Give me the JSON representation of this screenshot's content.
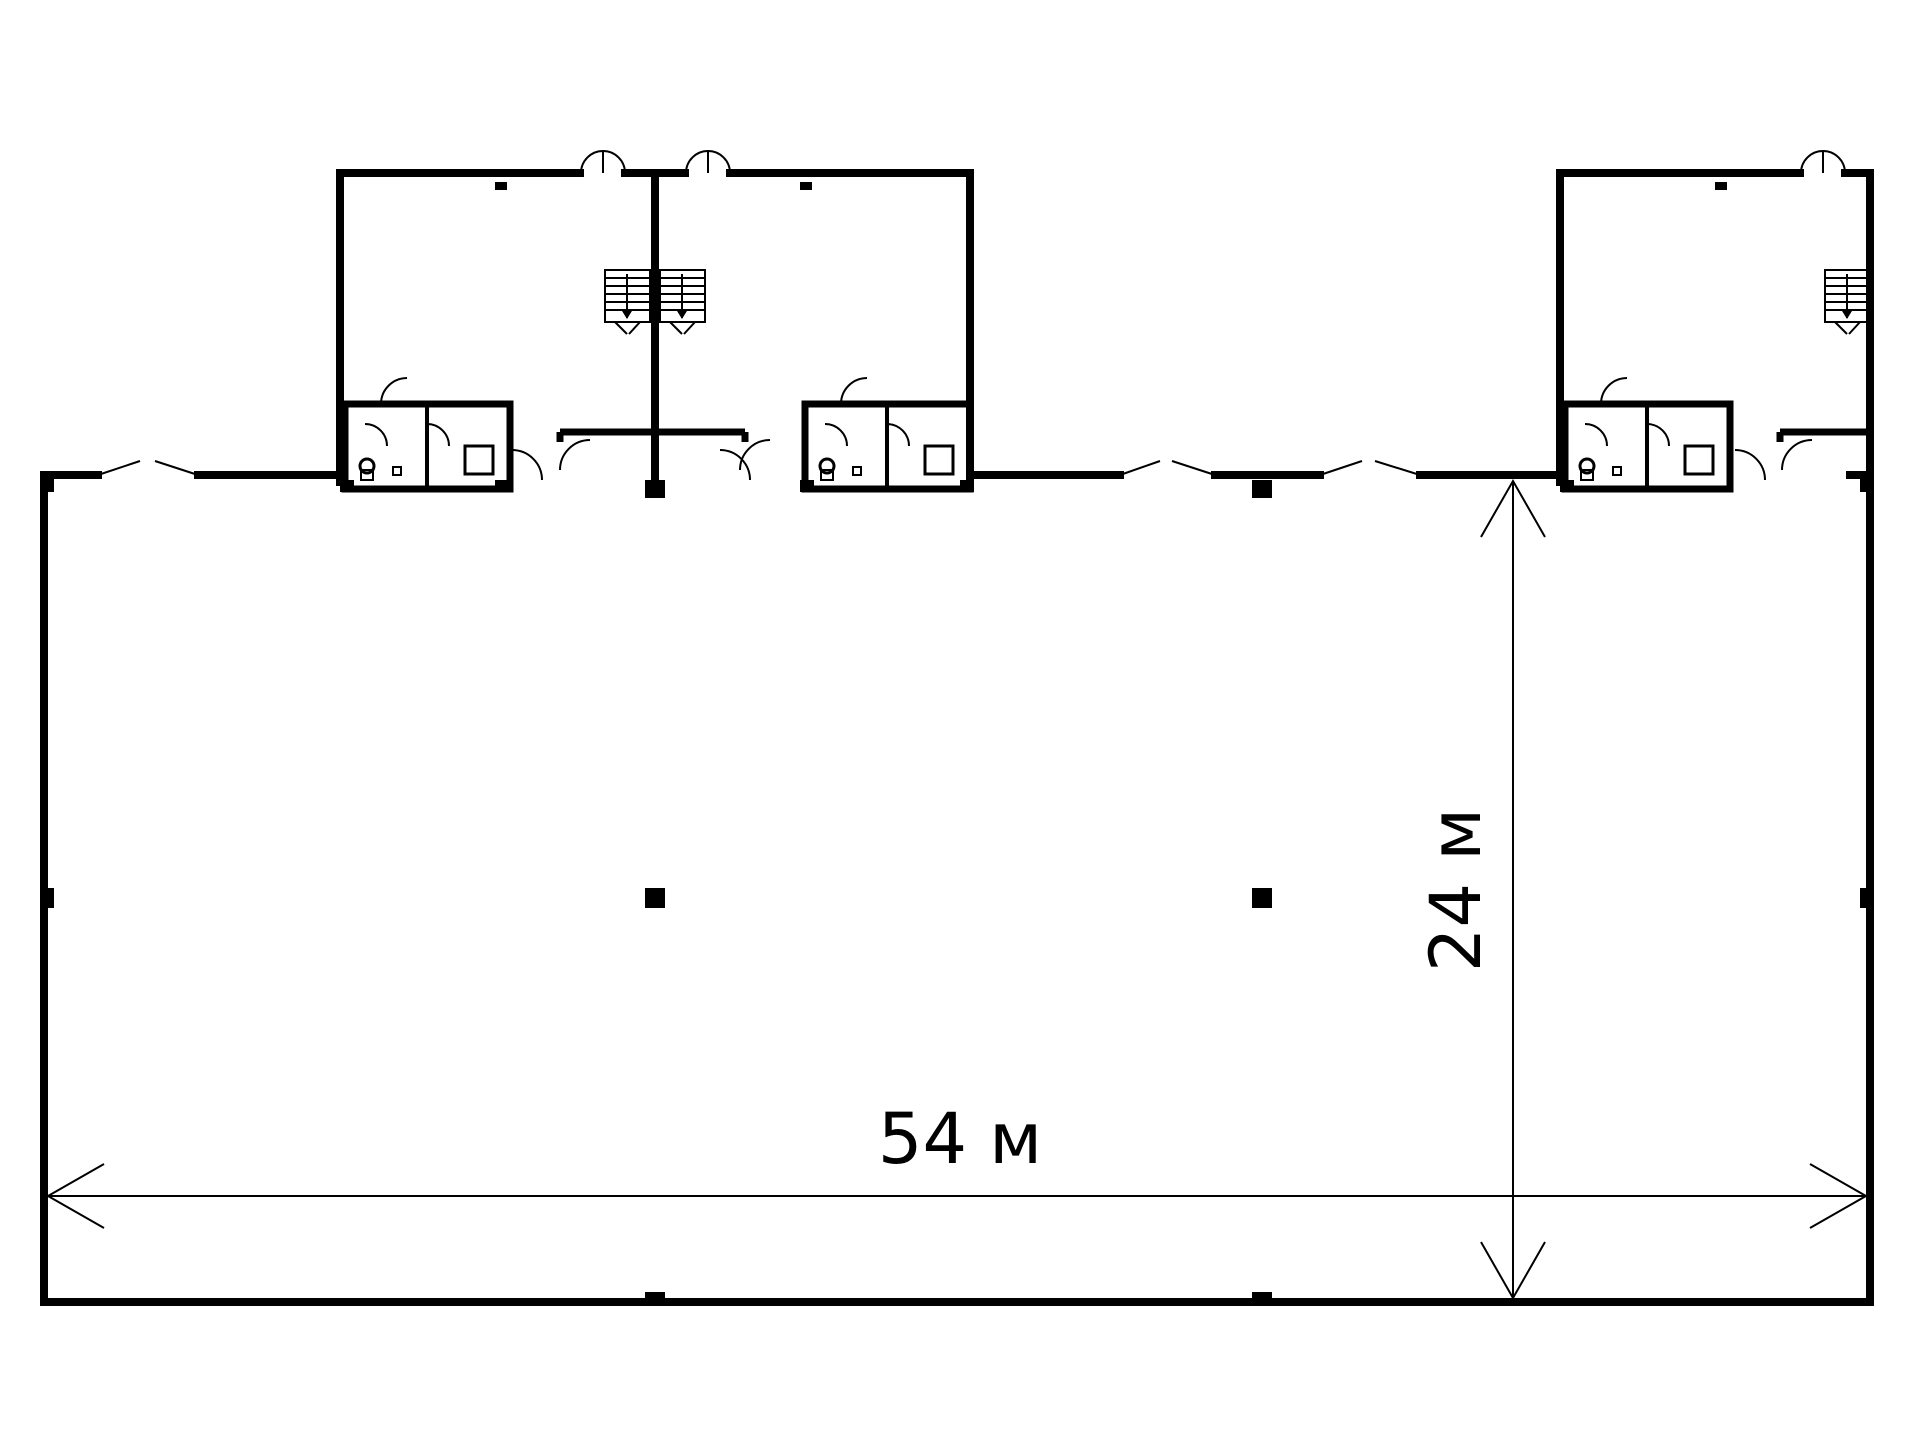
{
  "dimensions": {
    "width_label": "54 м",
    "height_label": "24 м"
  },
  "plan": {
    "columns_in_hall": 2,
    "modules": 3
  },
  "colors": {
    "wall": "#000000",
    "thin_line": "#000000",
    "background": "#ffffff"
  }
}
